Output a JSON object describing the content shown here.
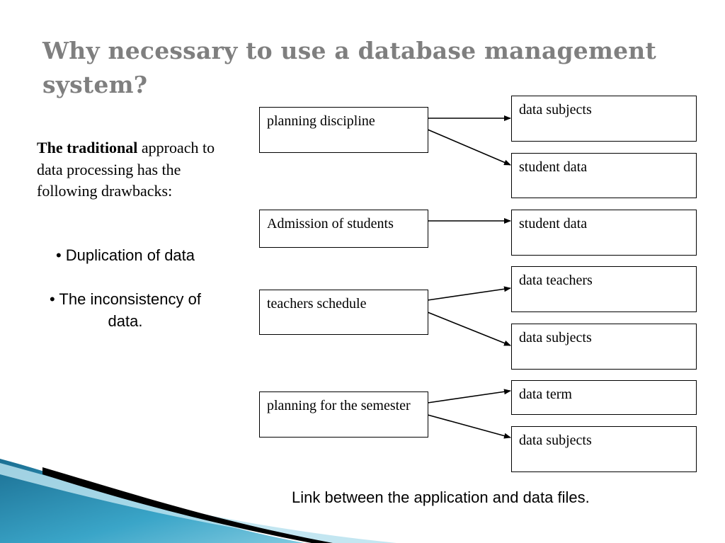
{
  "slide": {
    "title": "Why necessary to use a database management system?"
  },
  "left": {
    "intro_bold": "The traditional",
    "intro_rest": "approach to data processing has the following drawbacks:",
    "bullets": [
      "• Duplication of data",
      "• The inconsistency of data."
    ]
  },
  "diagram": {
    "applications": [
      "planning discipline",
      "Admission of students",
      "teachers schedule",
      "planning for the semester"
    ],
    "data_files": [
      "data subjects",
      "student data",
      "student data",
      "data teachers",
      "data subjects",
      "data term",
      "data subjects"
    ],
    "caption": "Link between the application and data files."
  },
  "colors": {
    "title": "#7f7f7f",
    "decor_teal": "#2e8fb0",
    "decor_light": "#a9dbe9",
    "decor_dark": "#000000"
  }
}
